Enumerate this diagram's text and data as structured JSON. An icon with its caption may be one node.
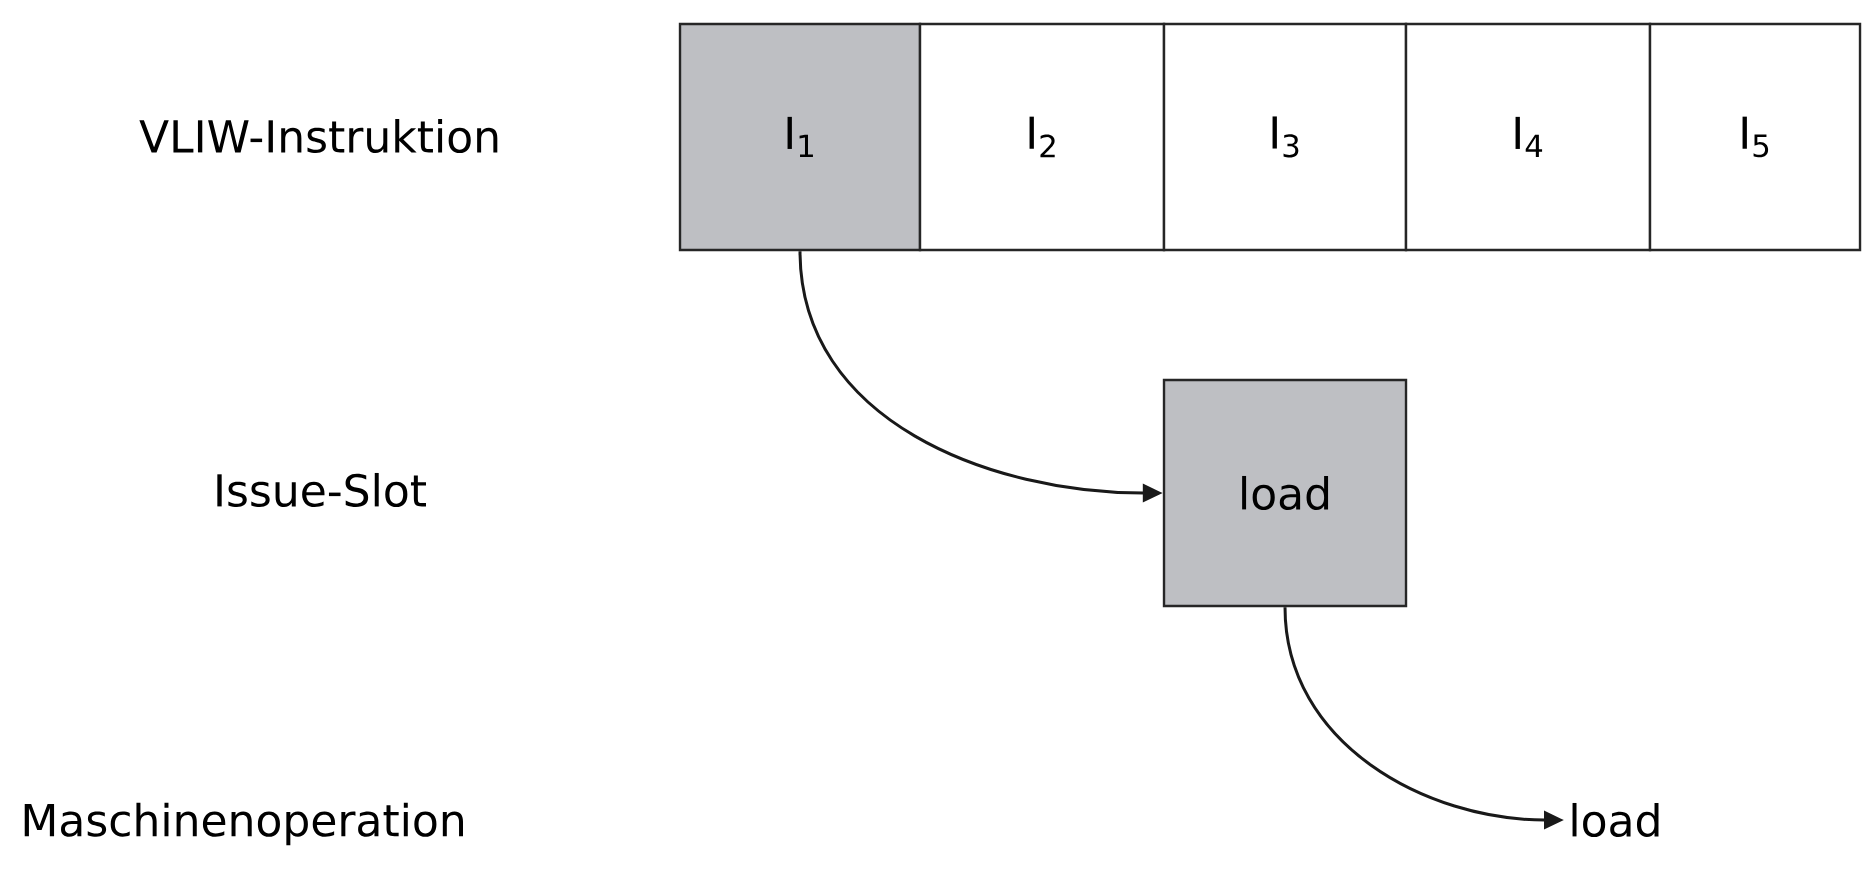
{
  "diagram": {
    "nodes": [
      {
        "text": [
          "I$_{1}$"
        ]
      },
      {
        "text": [
          "I$_{2}$"
        ]
      },
      {
        "text": [
          "I$_{3}$"
        ]
      },
      {
        "text": [
          "I$_{4}$"
        ]
      },
      {
        "text": [
          "I$_{5}$"
        ]
      },
      {
        "text": [
          "load"
        ]
      },
      {
        "text": [
          "load"
        ]
      }
    ],
    "edges": [
      {
        "from": 0,
        "to": 5,
        "arrow": "to"
      },
      {
        "from": 5,
        "to": 6,
        "arrow": "to"
      }
    ],
    "labels": [
      "VLIW-Instruktion",
      "Issue-Slot",
      "Maschinenoperation"
    ]
  }
}
